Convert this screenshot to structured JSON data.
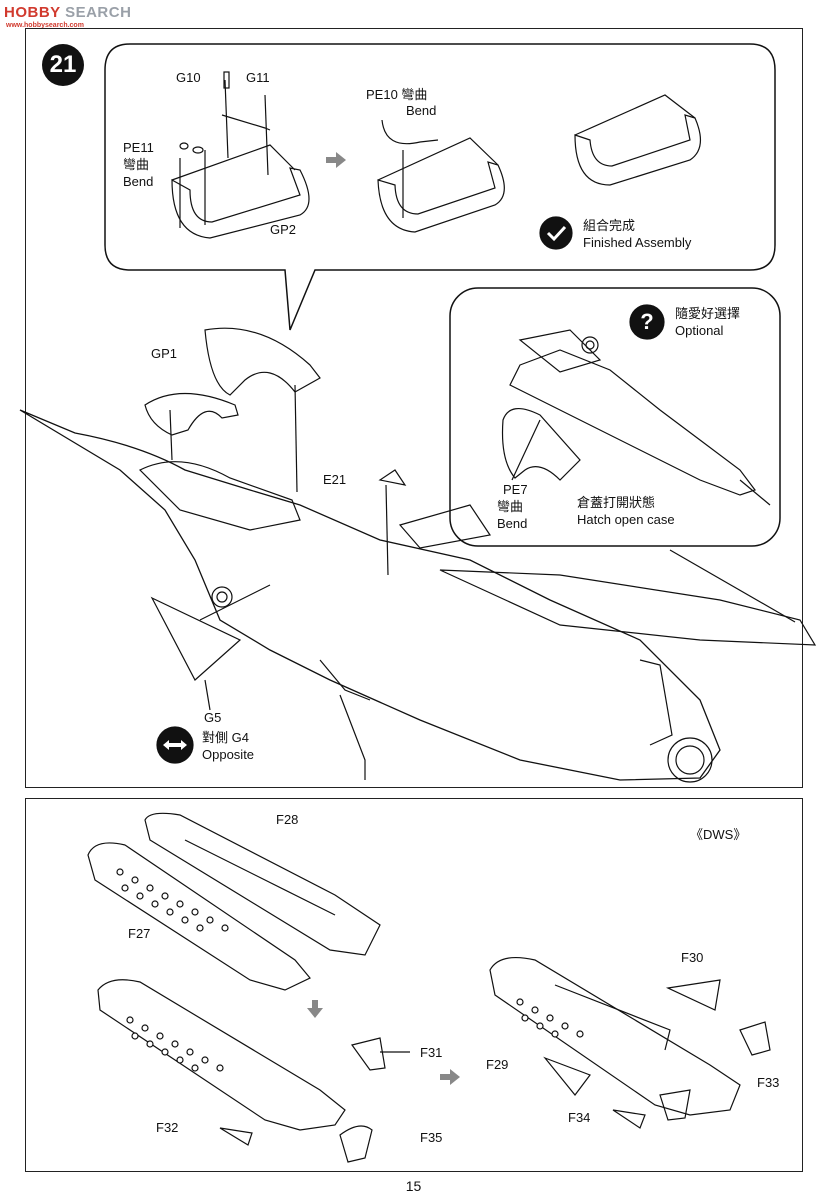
{
  "watermark": {
    "brand_left": "HOBBY",
    "brand_right": "SEARCH",
    "site": "www.hobbysearch.com"
  },
  "step": {
    "number": "21"
  },
  "callout_top": {
    "labels": {
      "g10": "G10",
      "g11": "G11",
      "pe11": "PE11",
      "pe11_zh": "彎曲",
      "pe11_en": "Bend",
      "gp2": "GP2",
      "pe10": "PE10 彎曲",
      "pe10_en": "Bend"
    },
    "finished": {
      "zh": "組合完成",
      "en": "Finished Assembly"
    }
  },
  "callout_optional": {
    "optional": {
      "zh": "隨愛好選擇",
      "en": "Optional"
    },
    "pe7": "PE7",
    "pe7_zh": "彎曲",
    "pe7_en": "Bend",
    "hatch": {
      "zh": "倉蓋打開狀態",
      "en": "Hatch open case"
    }
  },
  "main": {
    "gp1": "GP1",
    "e21": "E21",
    "g5": "G5",
    "opposite": {
      "zh": "對側 G4",
      "en": "Opposite"
    }
  },
  "dws": {
    "title": "《DWS》",
    "labels": {
      "f28": "F28",
      "f27": "F27",
      "f30": "F30",
      "f31": "F31",
      "f29": "F29",
      "f33": "F33",
      "f32": "F32",
      "f34": "F34",
      "f35": "F35"
    }
  },
  "page_number": "15"
}
